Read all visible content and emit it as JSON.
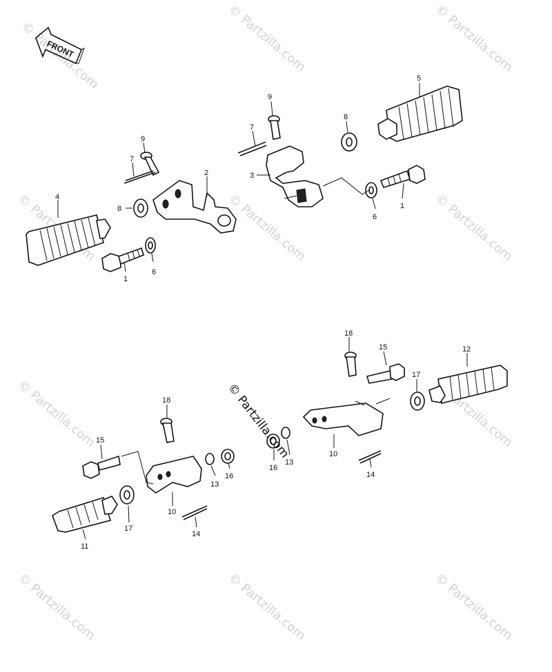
{
  "front_arrow": {
    "label": "FRONT"
  },
  "watermark": {
    "small_text": "© Partzilla.com",
    "center_text": "© Partzilla.com"
  },
  "callouts": {
    "c1a": "1",
    "c1b": "1",
    "c2": "2",
    "c3": "3",
    "c4": "4",
    "c5": "5",
    "c6a": "6",
    "c6b": "6",
    "c7a": "7",
    "c7b": "7",
    "c8a": "8",
    "c8b": "8",
    "c9a": "9",
    "c9b": "9",
    "c10a": "10",
    "c10b": "10",
    "c11": "11",
    "c12": "12",
    "c13a": "13",
    "c13b": "13",
    "c14a": "14",
    "c14b": "14",
    "c15a": "15",
    "c15b": "15",
    "c16a": "16",
    "c16b": "16",
    "c17a": "17",
    "c17b": "17",
    "c18a": "18",
    "c18b": "18"
  }
}
